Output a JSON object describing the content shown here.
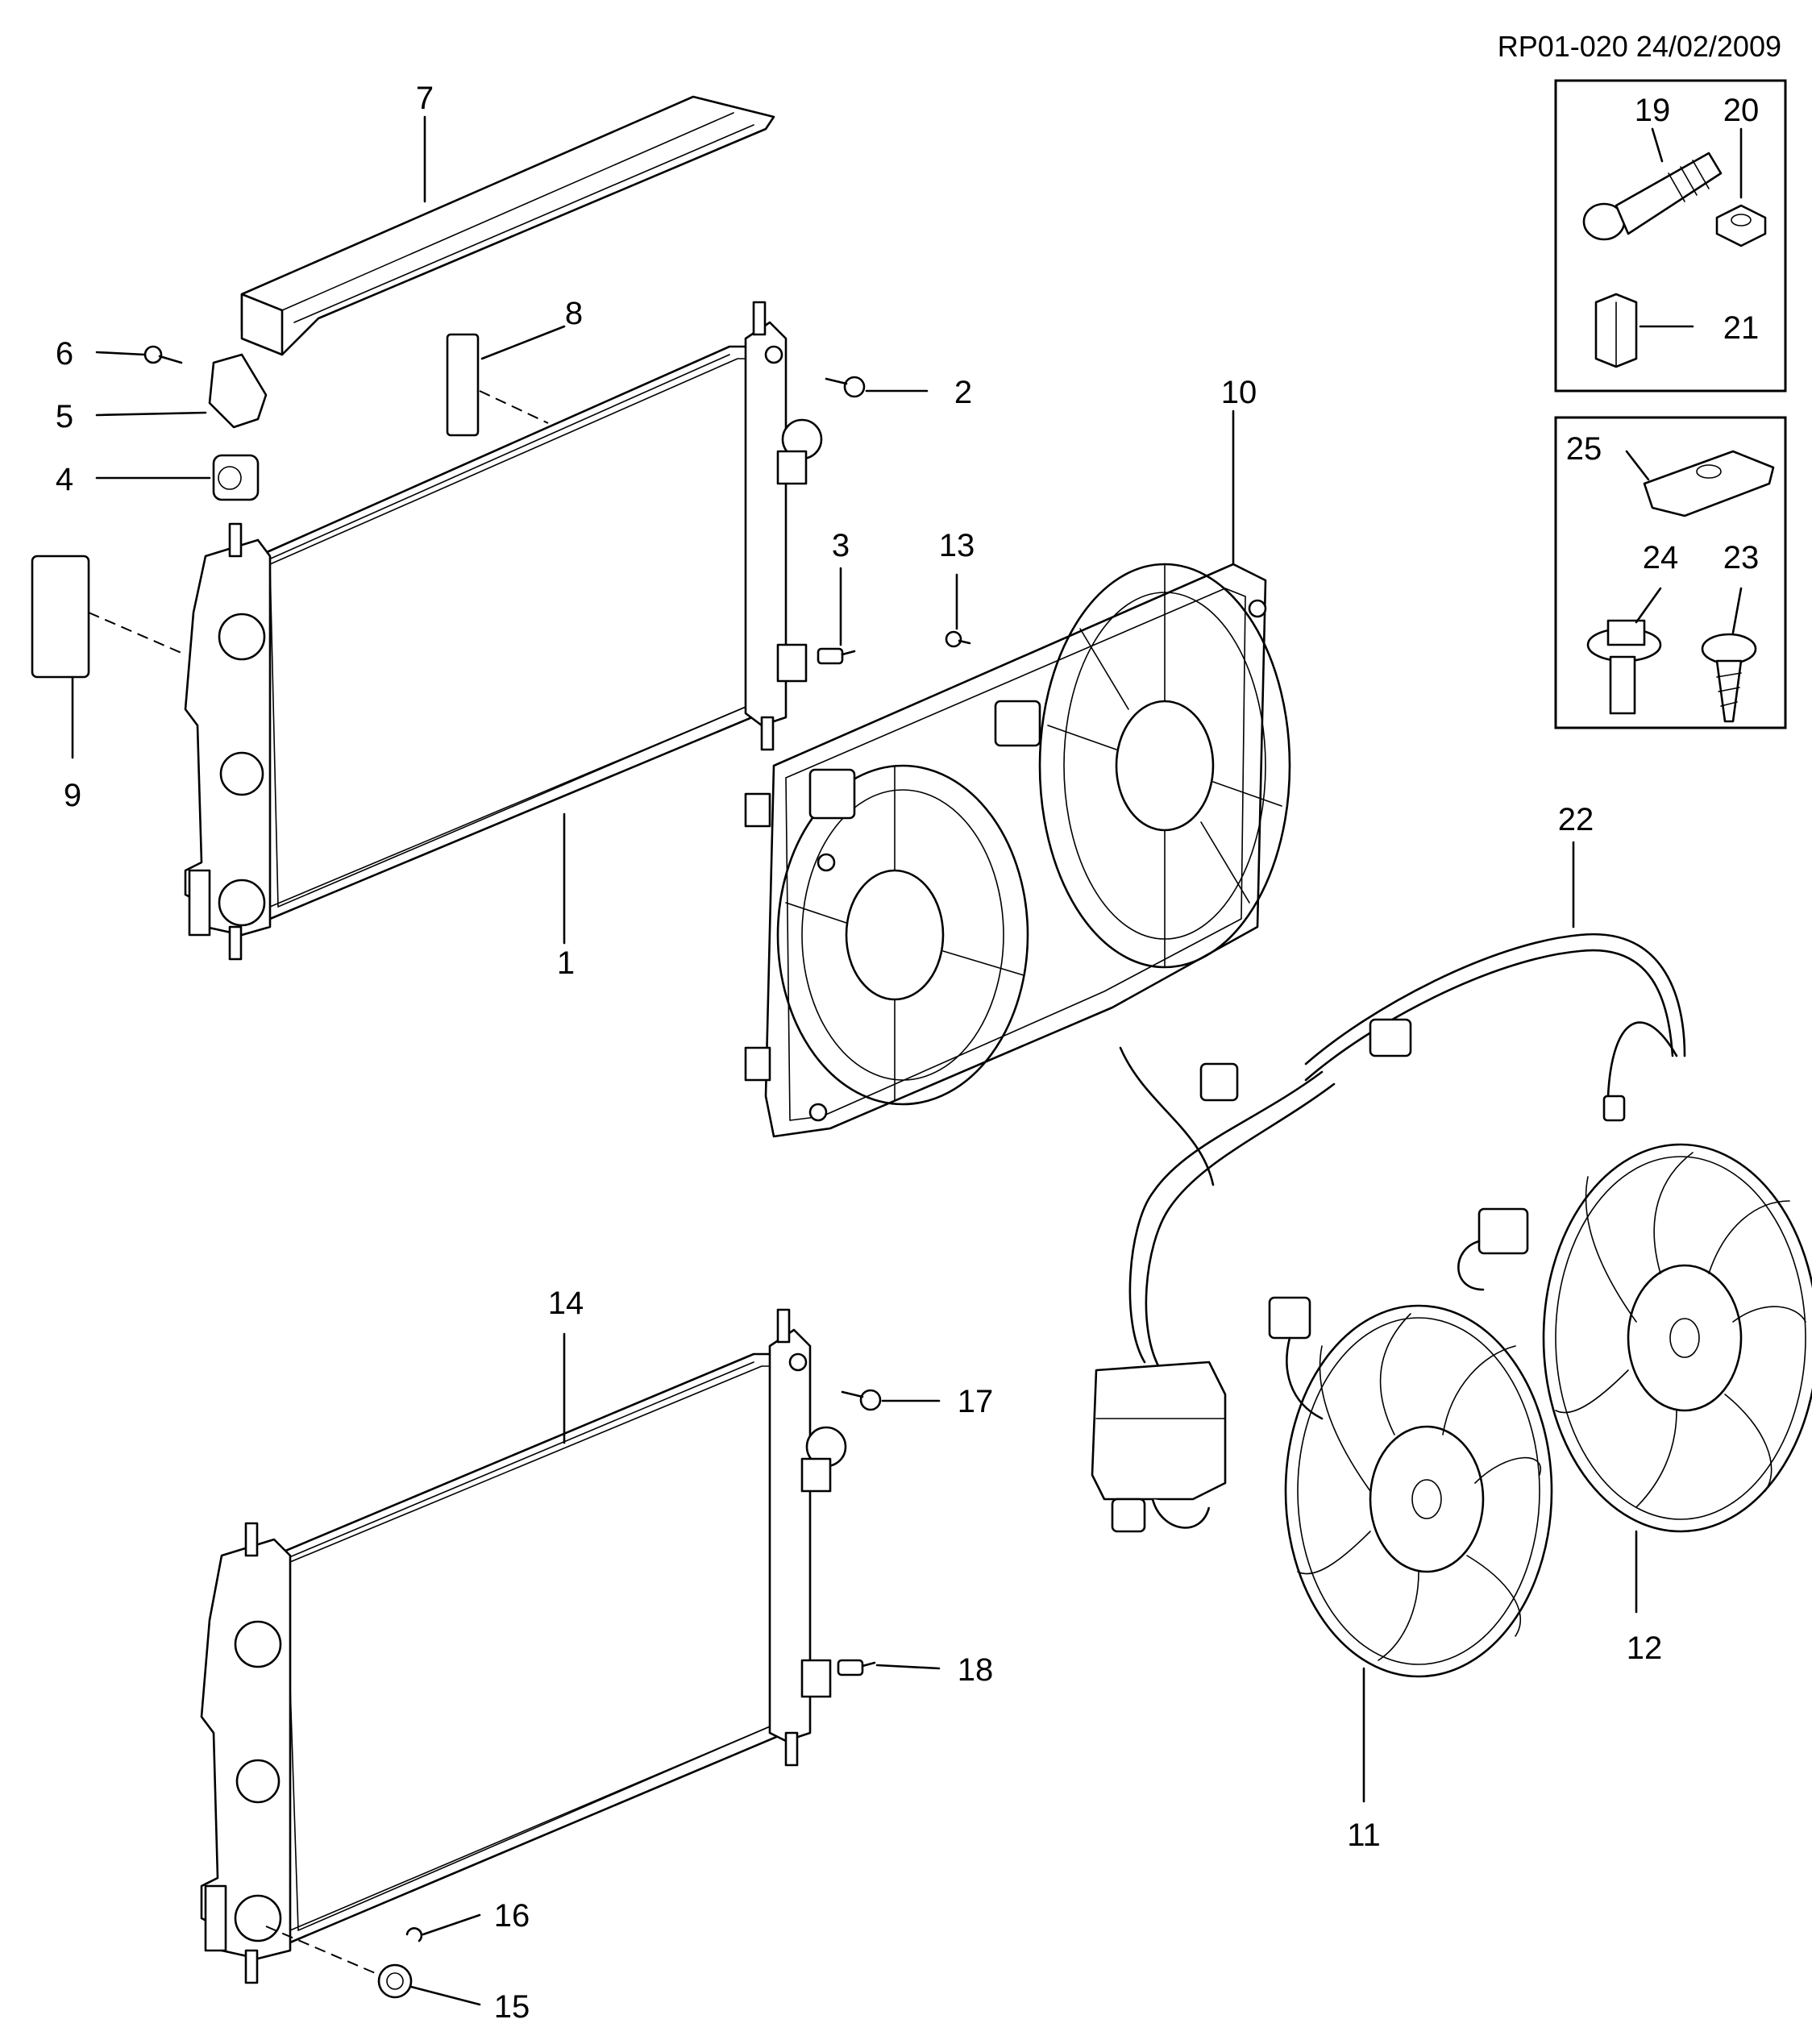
{
  "diagram": {
    "reference": "RP01-020 24/02/2009",
    "callouts": {
      "c1": "1",
      "c2": "2",
      "c3": "3",
      "c4": "4",
      "c5": "5",
      "c6": "6",
      "c7": "7",
      "c8": "8",
      "c9": "9",
      "c10": "10",
      "c11": "11",
      "c12": "12",
      "c13": "13",
      "c14": "14",
      "c15": "15",
      "c16": "16",
      "c17": "17",
      "c18": "18",
      "c19": "19",
      "c20": "20",
      "c21": "21",
      "c22": "22",
      "c23": "23",
      "c24": "24",
      "c25": "25"
    }
  }
}
